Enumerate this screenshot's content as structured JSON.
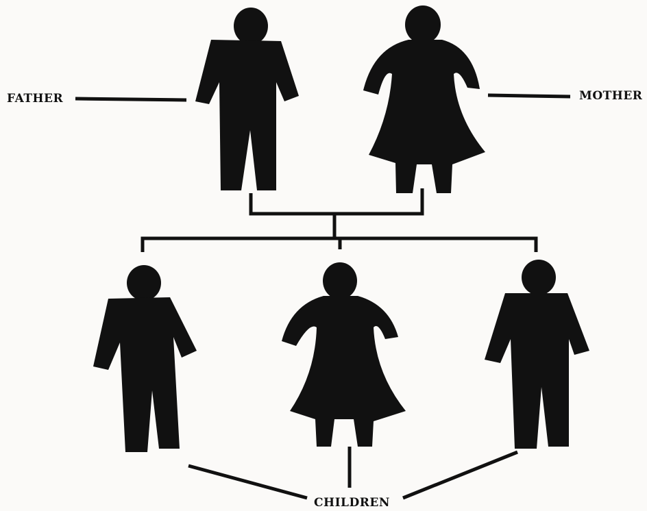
{
  "labels": {
    "father": "FATHER",
    "mother": "MOTHER",
    "children": "CHILDREN"
  },
  "colors": {
    "ink": "#111111",
    "background": "#fbfaf8"
  }
}
